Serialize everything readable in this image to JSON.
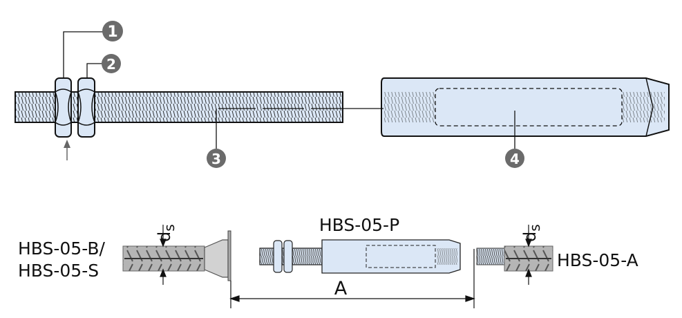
{
  "callouts": [
    "1",
    "2",
    "3",
    "4"
  ],
  "labels": {
    "center_product": "HBS-05-P",
    "left_product_line1": "HBS-05-B/",
    "left_product_line2": "HBS-05-S",
    "right_product": "HBS-05-A",
    "dimension": "A",
    "diameter_symbol": "d",
    "diameter_subscript": "s"
  },
  "colors": {
    "steel": "#dbe7f6",
    "callout": "#6b6b6b",
    "rebar": "#b5b5b5",
    "line": "#111111"
  }
}
